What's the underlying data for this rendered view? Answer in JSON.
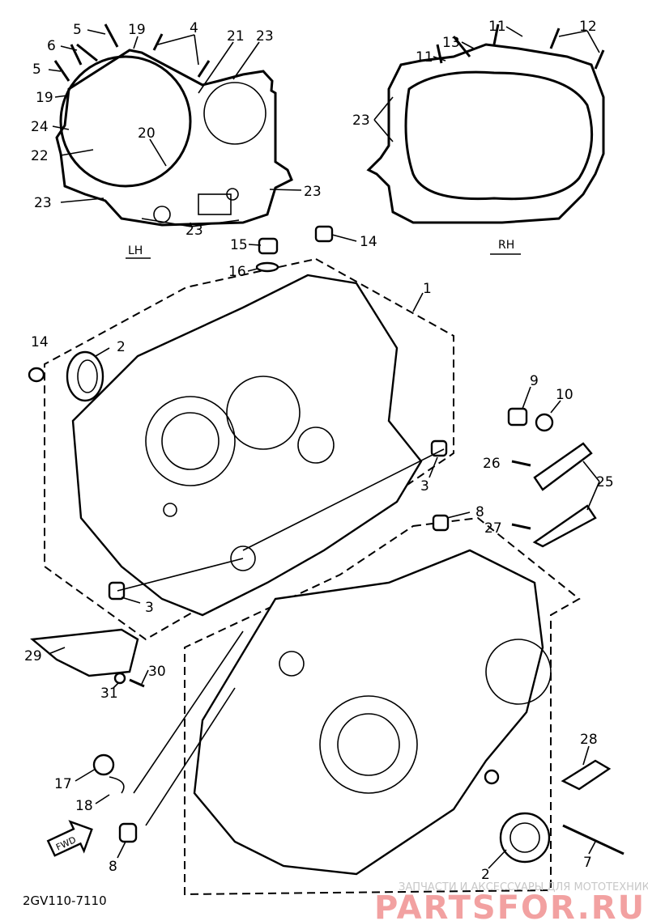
{
  "diagram": {
    "code": "2GV110-7110",
    "side_labels": {
      "left": "LH",
      "right": "RH"
    },
    "fwd_label": "FWD",
    "callouts": [
      "5",
      "19",
      "4",
      "21",
      "23",
      "6",
      "5",
      "19",
      "24",
      "20",
      "22",
      "23",
      "23",
      "23",
      "11",
      "12",
      "13",
      "11",
      "23",
      "15",
      "14",
      "16",
      "1",
      "14",
      "2",
      "9",
      "10",
      "26",
      "25",
      "3",
      "8",
      "27",
      "3",
      "29",
      "30",
      "31",
      "28",
      "17",
      "18",
      "8",
      "2",
      "7"
    ]
  },
  "watermark": {
    "tagline": "ЗАПЧАСТИ И АКСЕССУАРЫ ДЛЯ МОТОТЕХНИКИ",
    "brand": "PARTSFOR.RU",
    "color": "#f08a8a"
  }
}
